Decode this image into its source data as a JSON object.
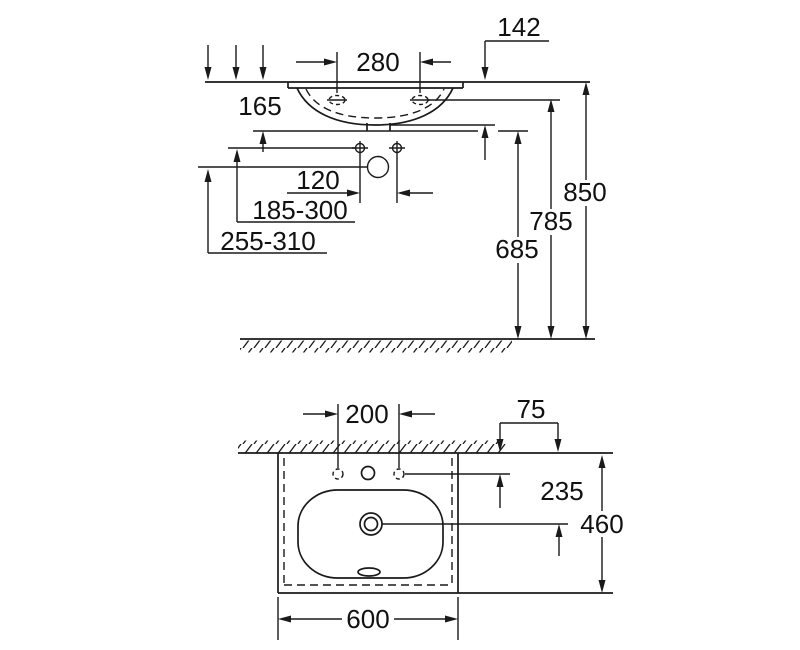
{
  "drawing": {
    "kind": "washbasin installation dimension drawing",
    "background": "#ffffff",
    "line_color": "#1a1a1a",
    "views": [
      "front-elevation",
      "plan"
    ]
  },
  "elevation": {
    "labels": {
      "d142": "142",
      "d280": "280",
      "d165": "165",
      "d120": "120",
      "d185_300": "185-300",
      "d255_310": "255-310",
      "d685": "685",
      "d785": "785",
      "d850": "850"
    }
  },
  "plan": {
    "labels": {
      "d200": "200",
      "d75": "75",
      "d235": "235",
      "d460": "460",
      "d600": "600"
    }
  }
}
